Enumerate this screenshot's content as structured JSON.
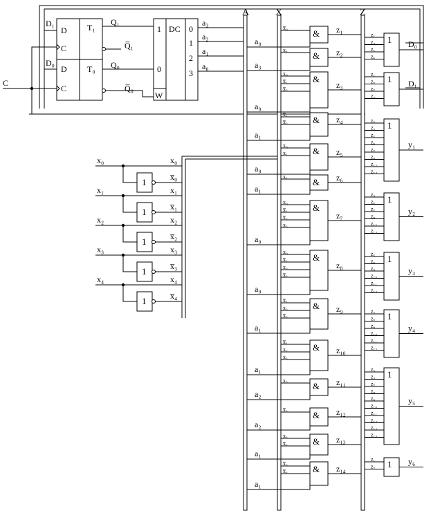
{
  "bus_labels": {
    "A": "A",
    "X": "X",
    "Z": "Z"
  },
  "clock_label": "C",
  "register": {
    "t1": {
      "d_in": "D₁",
      "d": "D",
      "c": "C",
      "t": "T₁",
      "q": "Q₁",
      "qn": "Q̅₁"
    },
    "t0": {
      "d_in": "D₀",
      "d": "D",
      "c": "C",
      "t": "T₀",
      "q": "Q₀",
      "qn": "Q̅₀"
    }
  },
  "decoder": {
    "title": "DC",
    "in1": "1",
    "in0": "0",
    "enable": "W",
    "outputs": [
      "0",
      "1",
      "2",
      "3"
    ],
    "out_labels": [
      "a₃",
      "a₂",
      "a₁",
      "a₀"
    ]
  },
  "inputs": {
    "names": [
      "x₀",
      "x₁",
      "x₂",
      "x₃",
      "x₄"
    ],
    "inverter_symbol": "1",
    "rail_labels": [
      "x₀",
      "x̅₀",
      "x₁",
      "x̅₁",
      "x₂",
      "x̅₂",
      "x₃",
      "x̅₃",
      "x₄",
      "x̅₄"
    ]
  },
  "and_gates": [
    {
      "symbol": "&",
      "a": "a₀",
      "inputs": [
        "x̅₀"
      ],
      "out": "z₁"
    },
    {
      "symbol": "&",
      "a": "a₃",
      "inputs": [
        "x₄"
      ],
      "out": "z₂"
    },
    {
      "symbol": "&",
      "a": "a₀",
      "inputs": [
        "x₀",
        "x̅₁",
        "x̅₂"
      ],
      "out": "z₃"
    },
    {
      "symbol": "&",
      "a": "a₁",
      "inputs": [
        "x̅₁",
        "x̅₂"
      ],
      "out": "z₄"
    },
    {
      "symbol": "&",
      "a": "a₀",
      "inputs": [
        "x₀",
        "x₁"
      ],
      "out": "z₅"
    },
    {
      "symbol": "&",
      "a": "a₁",
      "inputs": [
        "x₁"
      ],
      "out": "z₆"
    },
    {
      "symbol": "&",
      "a": "a₀",
      "inputs": [
        "x₀",
        "x̅₁",
        "x̅₂",
        "x₃"
      ],
      "out": "z₇"
    },
    {
      "symbol": "&",
      "a": "a₀",
      "inputs": [
        "x₀",
        "x̅₁",
        "x₂",
        "x̅₃"
      ],
      "out": "z₈"
    },
    {
      "symbol": "&",
      "a": "a₁",
      "inputs": [
        "x̅₁",
        "x₂",
        "x̅₃"
      ],
      "out": "z₉"
    },
    {
      "symbol": "&",
      "a": "a₁",
      "inputs": [
        "x̅₁",
        "x₂",
        "x₃"
      ],
      "out": "z₁₀"
    },
    {
      "symbol": "&",
      "a": "a₂",
      "inputs": [
        "x₃"
      ],
      "out": "z₁₁"
    },
    {
      "symbol": "&",
      "a": "a₂",
      "inputs": [
        "x̅₃"
      ],
      "out": "z₁₂"
    },
    {
      "symbol": "&",
      "a": "a₁",
      "inputs": [
        "x₃",
        "x̅₄"
      ],
      "out": "z₁₃"
    },
    {
      "symbol": "&",
      "a": "a₁",
      "inputs": [
        "x̅₃",
        "x̅₄"
      ],
      "out": "z₁₄"
    }
  ],
  "or_gates": [
    {
      "symbol": "1",
      "inputs": [
        "z₁",
        "z₂",
        "z₅",
        "z₆"
      ],
      "out": "D₀"
    },
    {
      "symbol": "1",
      "inputs": [
        "z₁",
        "z₃",
        "z₇",
        "z₄"
      ],
      "out": "D₁"
    },
    {
      "symbol": "1",
      "inputs": [
        "z₂",
        "z₄",
        "z₅",
        "z₆",
        "z₇",
        "z₉",
        "z₁₂",
        "z₁₄"
      ],
      "out": "y₁"
    },
    {
      "symbol": "1",
      "inputs": [
        "z₄",
        "z₆",
        "z₇",
        "z₉",
        "z₁₂",
        "z₁₄"
      ],
      "out": "y₂"
    },
    {
      "symbol": "1",
      "inputs": [
        "z₅",
        "z₆",
        "z₈",
        "z₁₀",
        "z₁₁",
        "z₁₃"
      ],
      "out": "y₃"
    },
    {
      "symbol": "1",
      "inputs": [
        "z₂",
        "z₃",
        "z₈",
        "z₁₀",
        "z₁₁",
        "z₁₃"
      ],
      "out": "y₄"
    },
    {
      "symbol": "1",
      "inputs": [
        "z₃",
        "z₄",
        "z₇",
        "z₈",
        "z₉",
        "z₁₀",
        "z₁₁",
        "z₁₂",
        "z₁₃",
        "z₁₄"
      ],
      "out": "y₅"
    },
    {
      "symbol": "1",
      "inputs": [
        "z₁",
        "z₂"
      ],
      "out": "y₆"
    }
  ]
}
